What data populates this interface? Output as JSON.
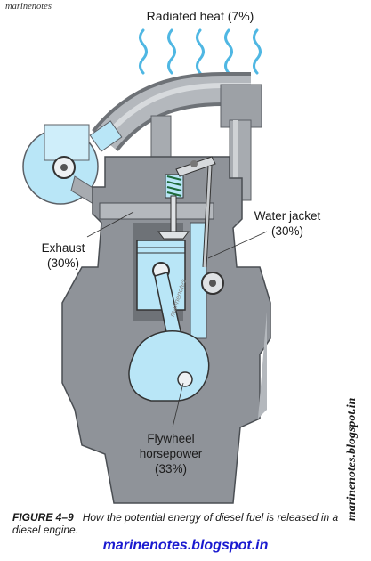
{
  "watermark_top": "marinenotes",
  "watermark_side": "marinenotes.blogspot.in",
  "watermark_center": "marinenotes",
  "labels": {
    "radiated_heat": "Radiated heat (7%)",
    "water_jacket_line1": "Water jacket",
    "water_jacket_line2": "(30%)",
    "exhaust_line1": "Exhaust",
    "exhaust_line2": "(30%)",
    "flywheel_line1": "Flywheel",
    "flywheel_line2": "horsepower",
    "flywheel_line3": "(33%)"
  },
  "caption": {
    "figure_label": "FIGURE 4–9",
    "text": "How the potential energy of diesel fuel is released in a diesel engine."
  },
  "blog_link": "marinenotes.blogspot.in",
  "colors": {
    "block": "#8f9399",
    "block_dark": "#5c6066",
    "pipe": "#a7abb0",
    "cyan": "#b9e6f7",
    "wave": "#4fb7e3",
    "link": "#1a1ad0"
  }
}
